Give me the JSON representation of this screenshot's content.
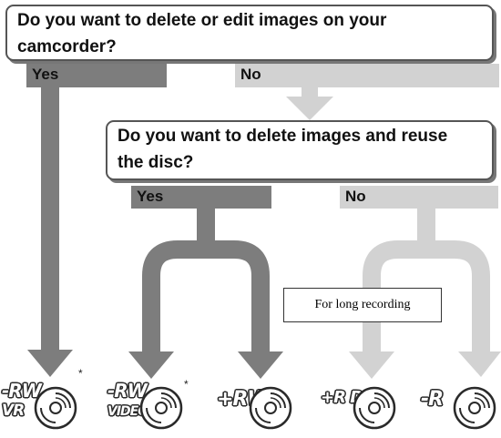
{
  "question1": {
    "text_line1": "Do you want to delete or edit images on your",
    "text_line2": "camcorder?",
    "yes": "Yes",
    "no": "No"
  },
  "question2": {
    "text_line1": "Do you want to delete images and reuse",
    "text_line2": "the disc?",
    "yes": "Yes",
    "no": "No"
  },
  "note": "For long recording",
  "discs": [
    {
      "line1": "-RW",
      "line2": "VR",
      "asterisk": "*"
    },
    {
      "line1": "-RW",
      "line2": "VIDEO",
      "asterisk": "*"
    },
    {
      "line1": "+RW"
    },
    {
      "line1": "+R DL"
    },
    {
      "line1": "-R"
    }
  ],
  "colors": {
    "yes_path": "#7d7d7d",
    "no_path": "#d2d2d2"
  }
}
